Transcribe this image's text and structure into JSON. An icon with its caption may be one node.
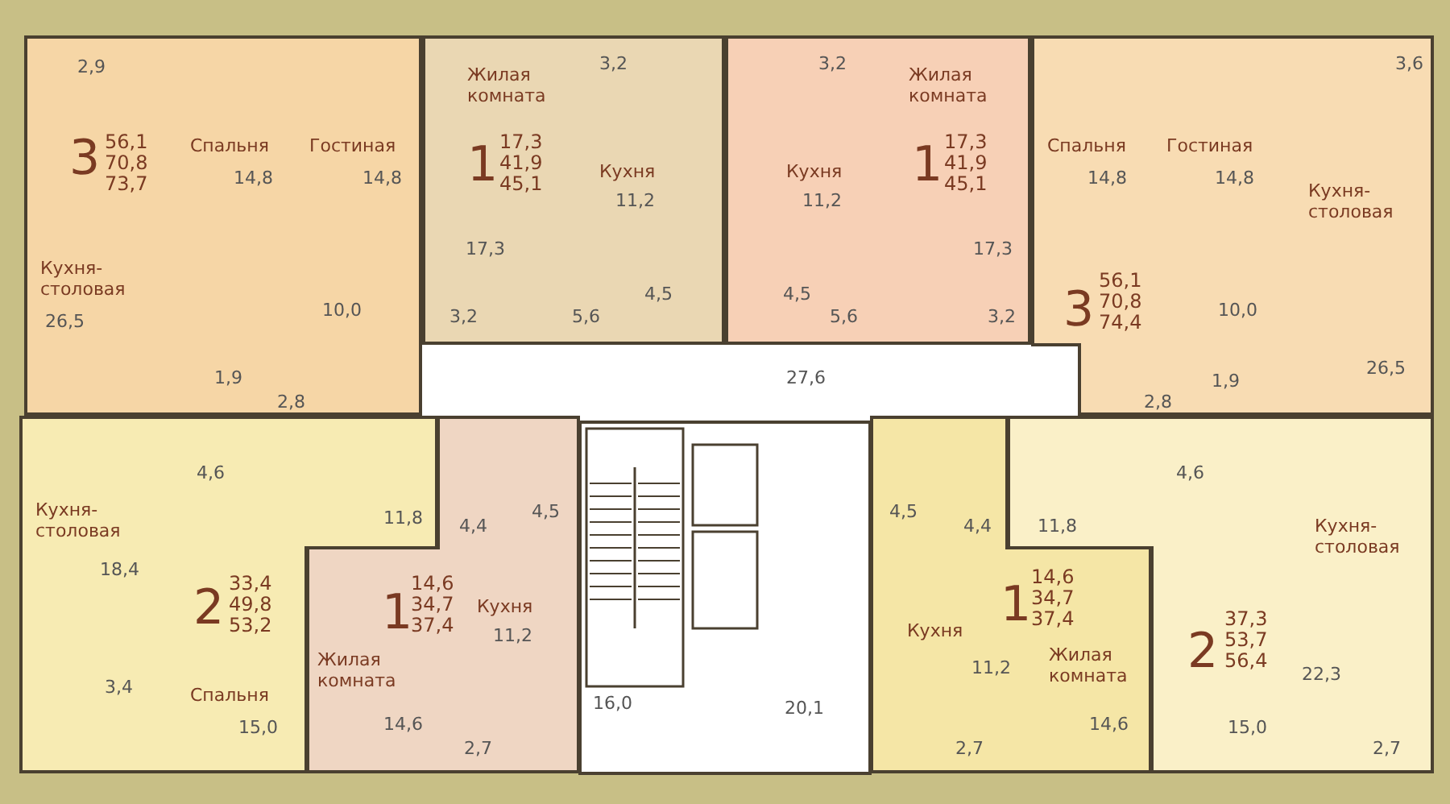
{
  "diagram": {
    "nodes": [
      {
        "text": [
          "2,9",
          "3",
          "56,1 70,8 73,7",
          "Спальня",
          "14,8",
          "Гостиная",
          "14,8",
          "Кухня-столовая",
          "26,5",
          "10,0",
          "1,9",
          "2,8"
        ]
      },
      {
        "text": [
          "Жилая комната",
          "1",
          "17,3 41,9 45,1",
          "3,2",
          "Кухня",
          "11,2",
          "17,3",
          "3,2",
          "5,6",
          "4,5"
        ]
      },
      {
        "text": [
          "3,2",
          "Кухня",
          "11,2",
          "Жилая комната",
          "1",
          "17,3 41,9 45,1",
          "4,5",
          "5,6",
          "17,3",
          "3,2"
        ]
      },
      {
        "text": [
          "Спальня",
          "14,8",
          "Гостиная",
          "14,8",
          "3,6",
          "Кухня-столовая",
          "3",
          "56,1 70,8 74,4",
          "10,0",
          "2,8",
          "1,9",
          "26,5"
        ]
      },
      {
        "text": [
          "4,6",
          "Кухня-столовая",
          "11,8",
          "18,4",
          "2",
          "33,4 49,8 53,2",
          "3,4",
          "Спальня",
          "15,0"
        ]
      },
      {
        "text": [
          "4,5",
          "4,4",
          "1",
          "14,6 34,7 37,4",
          "Кухня",
          "11,2",
          "Жилая комната",
          "14,6",
          "2,7"
        ]
      },
      {
        "text": [
          "4,5",
          "4,4",
          "1",
          "14,6 34,7 37,4",
          "Кухня",
          "11,2",
          "Жилая комната",
          "14,6",
          "2,7"
        ]
      },
      {
        "text": [
          "4,6",
          "11,8",
          "Кухня-столовая",
          "2",
          "37,3 53,7 56,4",
          "22,3",
          "15,0",
          "2,7"
        ]
      }
    ],
    "labels": [
      "27,6",
      "16,0",
      "20,1"
    ]
  }
}
